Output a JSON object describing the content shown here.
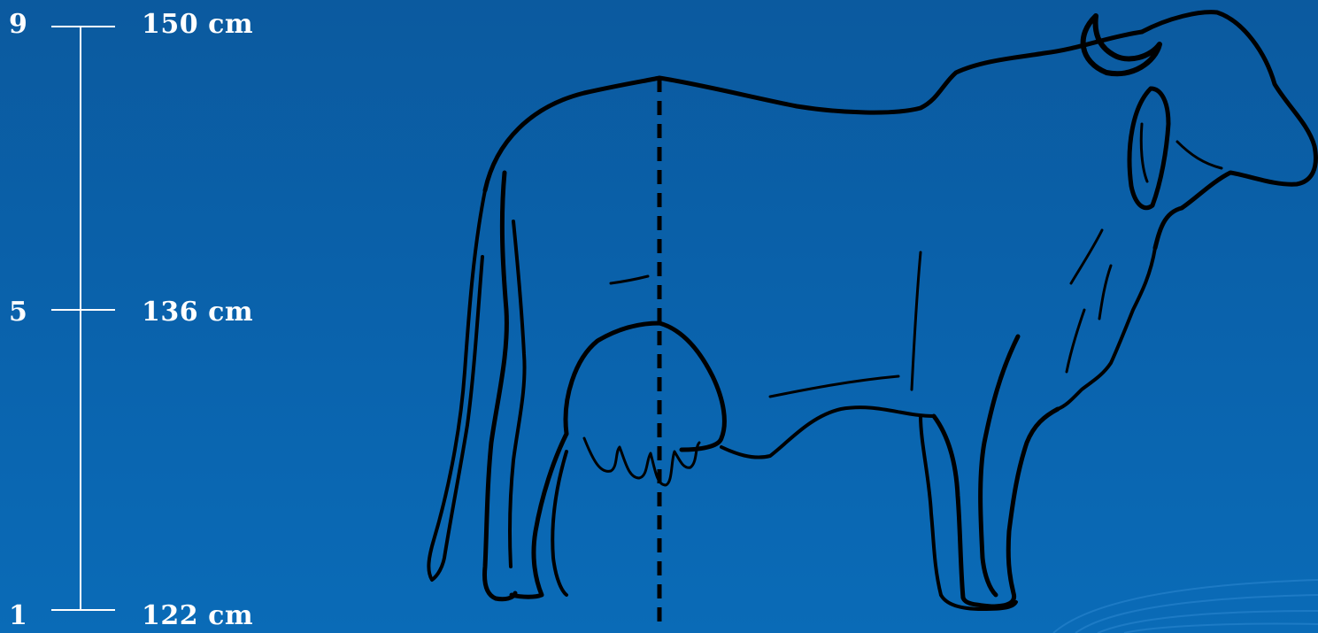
{
  "scale": {
    "ticks": [
      {
        "score": "9",
        "height": "150 cm"
      },
      {
        "score": "5",
        "height": "136 cm"
      },
      {
        "score": "1",
        "height": "122 cm"
      }
    ]
  },
  "colors": {
    "background": "#0a63ad",
    "text": "#ffffff",
    "outline": "#000000"
  },
  "icons": [
    "cow-outline-icon"
  ]
}
